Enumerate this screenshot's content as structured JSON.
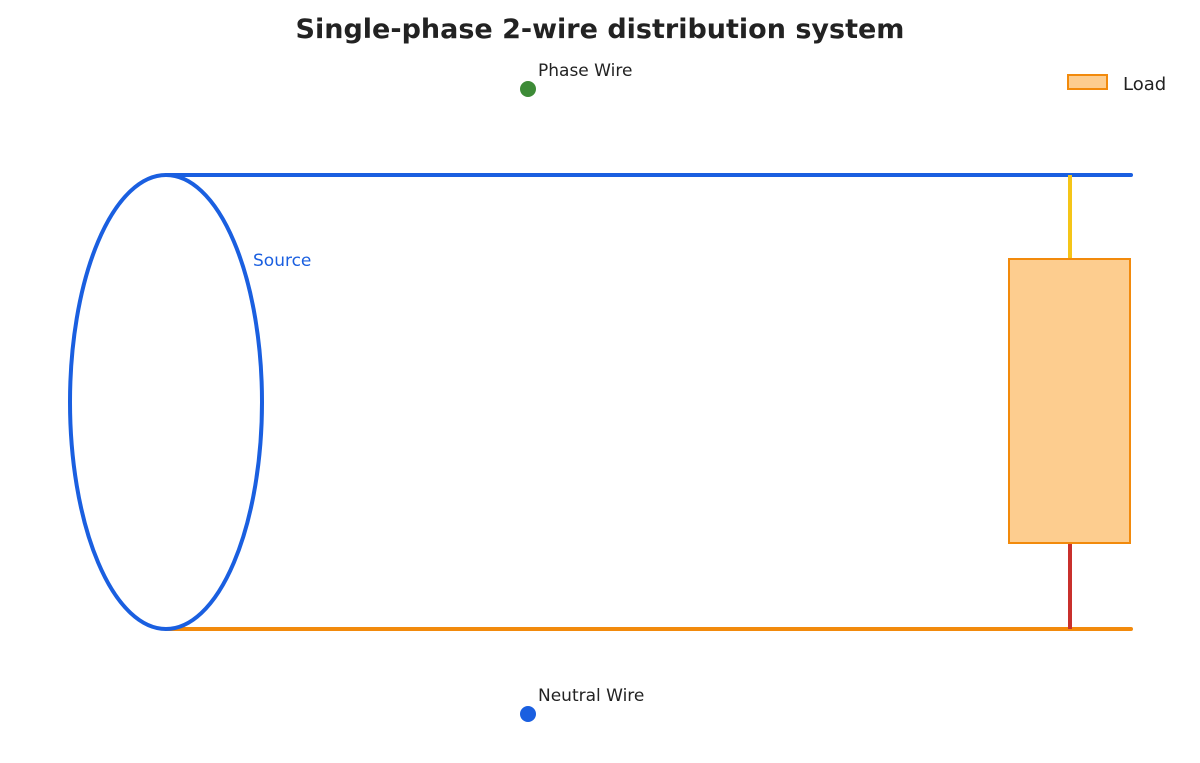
{
  "diagram": {
    "title": "Single-phase 2-wire distribution system",
    "source_label": "Source",
    "phase_wire_label": "Phase Wire",
    "neutral_wire_label": "Neutral Wire",
    "legend": {
      "load_label": "Load"
    }
  },
  "colors": {
    "phase_wire": "#1a5fe0",
    "neutral_wire": "#f28a0c",
    "source_coil": "#1a5fe0",
    "source_label": "#1a5fe0",
    "phase_marker": "#3d8b37",
    "neutral_marker": "#1a5fe0",
    "load_fill": "#fdcd8f",
    "load_stroke": "#f28a0c",
    "load_top_lead": "#f5c518",
    "load_bottom_lead": "#c9302c",
    "title_text": "#222222"
  }
}
